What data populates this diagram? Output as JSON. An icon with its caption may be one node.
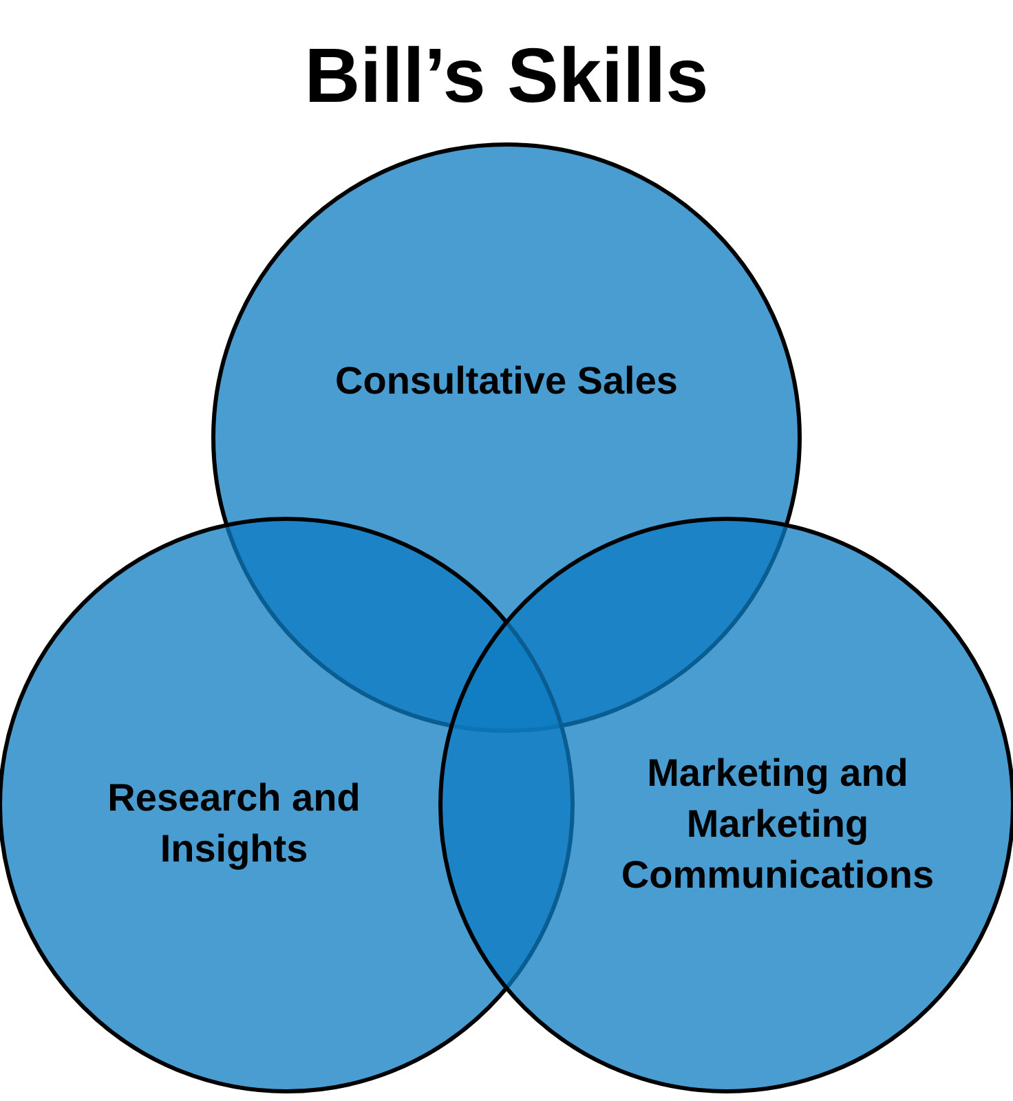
{
  "diagram": {
    "title": "Bill’s Skills",
    "nodes": [
      {
        "text": [
          "Consultative Sales"
        ]
      },
      {
        "text": [
          "Research and Insights"
        ]
      },
      {
        "text": [
          "Marketing and Marketing Communications"
        ]
      }
    ]
  }
}
